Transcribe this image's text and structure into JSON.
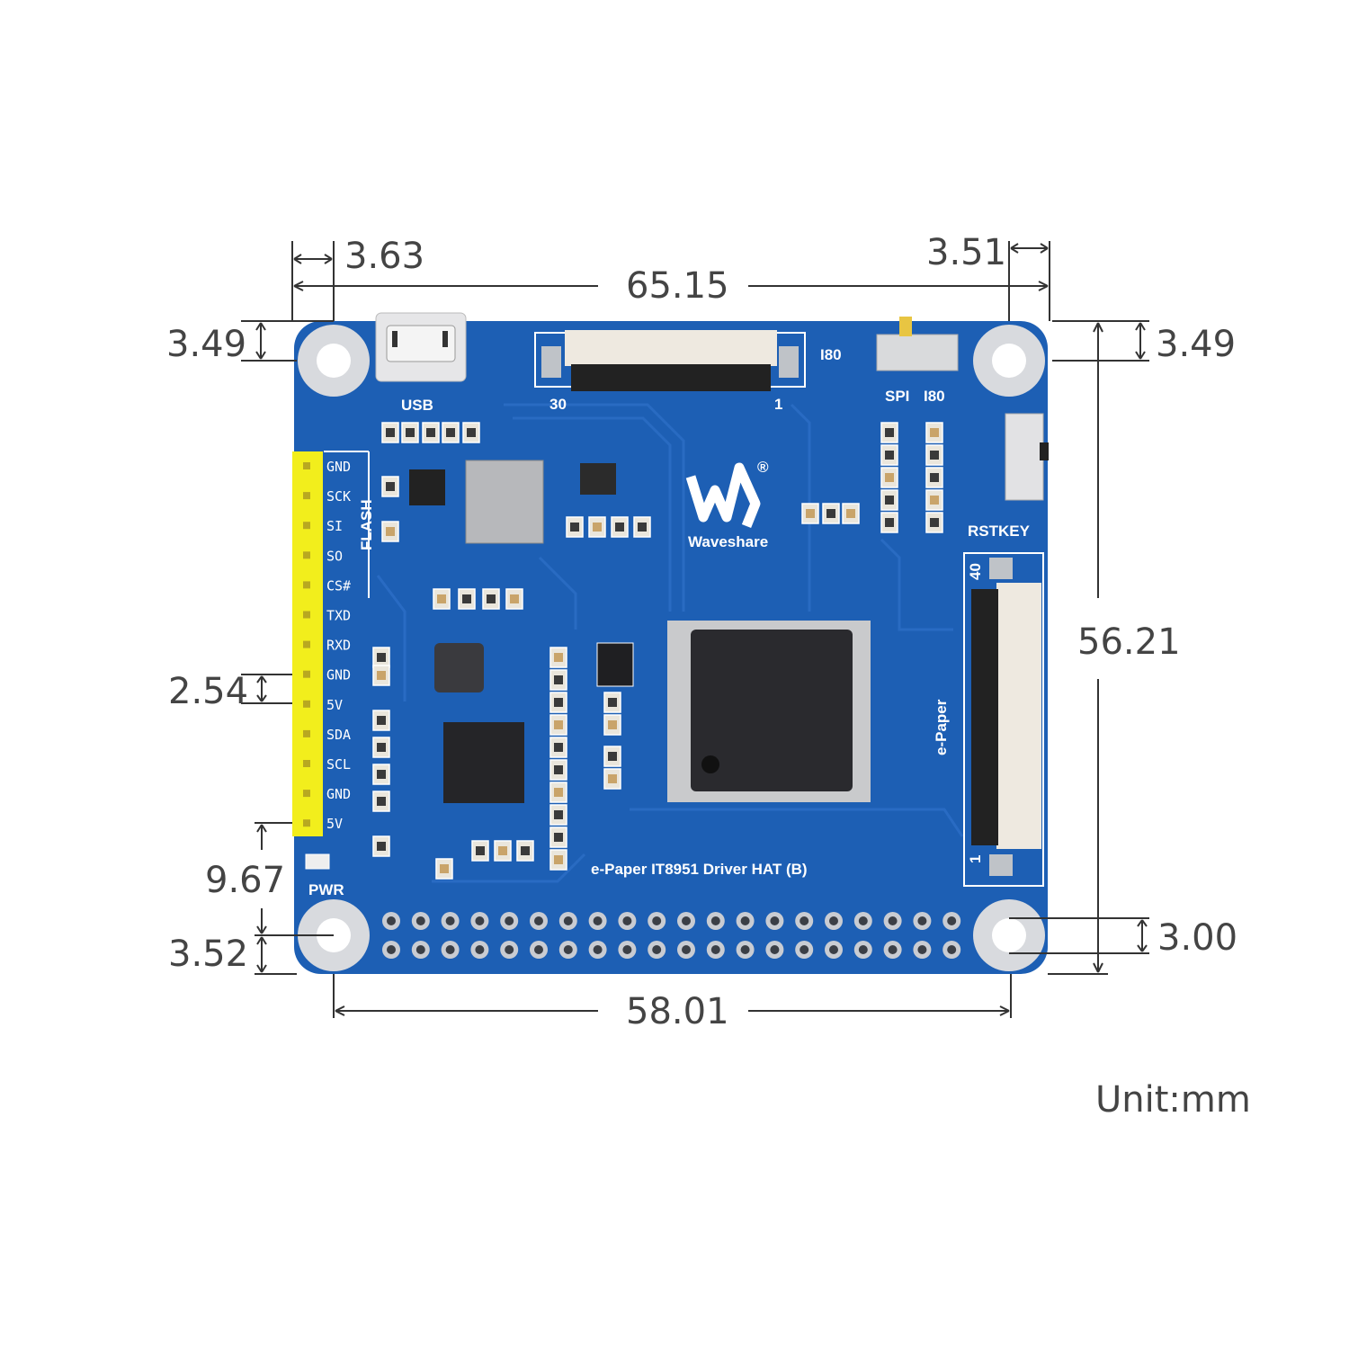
{
  "dimensions": {
    "hole_offset_left": "3.63",
    "total_width": "65.15",
    "hole_offset_right": "3.51",
    "hole_offset_top_left": "3.49",
    "hole_offset_top_right": "3.49",
    "total_height": "56.21",
    "pin_pitch": "2.54",
    "header_to_bottom": "9.67",
    "hole_offset_bottom_left": "3.52",
    "hole_offset_bottom_right": "3.00",
    "hole_spacing": "58.01",
    "unit": "Unit:mm"
  },
  "board": {
    "usb_label": "USB",
    "fpc_top_pin_left": "30",
    "fpc_top_pin_right": "1",
    "fpc_top_label": "I80",
    "switch_label_spi": "SPI",
    "switch_label_i80": "I80",
    "rstkey_label": "RSTKEY",
    "fpc_right_pin_top": "40",
    "fpc_right_pin_bottom": "1",
    "fpc_right_label": "e-Paper",
    "logo_text": "Waveshare",
    "logo_mark": "®",
    "title": "e-Paper IT8951 Driver HAT (B)",
    "pwr_label": "PWR",
    "flash_label": "FLASH",
    "pins": [
      "GND",
      "SCK",
      "SI",
      "SO",
      "CS#",
      "TXD",
      "RXD",
      "GND",
      "5V",
      "SDA",
      "SCL",
      "GND",
      "5V"
    ]
  },
  "colors": {
    "pcb": "#1d5fb4",
    "header": "#f2ee1c",
    "silk": "#ffffff",
    "chip": "#2a2a2e"
  }
}
